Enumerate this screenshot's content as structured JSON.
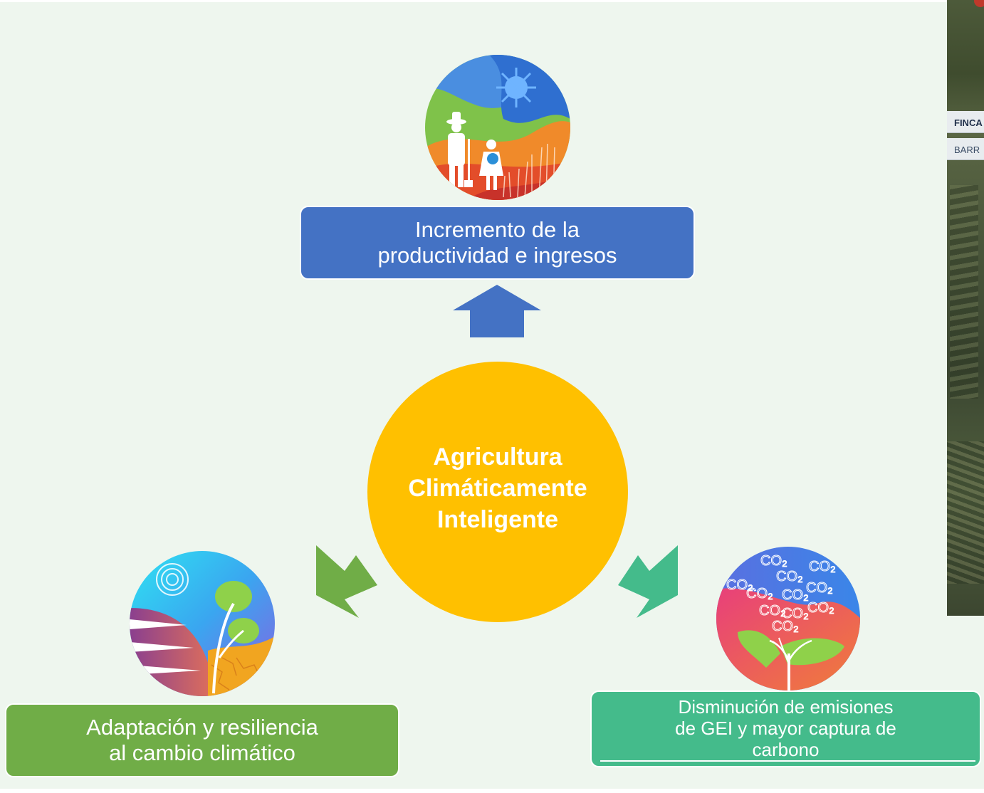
{
  "center": {
    "line1": "Agricultura",
    "line2": "Climáticamente",
    "line3": "Inteligente"
  },
  "pillars": {
    "productivity": {
      "line1": "Incremento de la",
      "line2": "productividad e ingresos"
    },
    "adaptation": {
      "line1": "Adaptación y resiliencia",
      "line2": "al cambio climático"
    },
    "mitigation": {
      "line1": "Disminución de emisiones",
      "line2": "de GEI y mayor captura de",
      "line3": "carbono"
    }
  },
  "photo": {
    "sign1": "FINCA",
    "sign2": "BARR"
  },
  "icons": {
    "productivity": "farmers-sun-icon",
    "adaptation": "wind-tree-icon",
    "mitigation": "co2-sprout-icon",
    "co2_label": "CO₂"
  },
  "colors": {
    "center": "#ffc000",
    "productivity": "#4472c4",
    "adaptation": "#70ad47",
    "mitigation": "#44bb8b"
  }
}
